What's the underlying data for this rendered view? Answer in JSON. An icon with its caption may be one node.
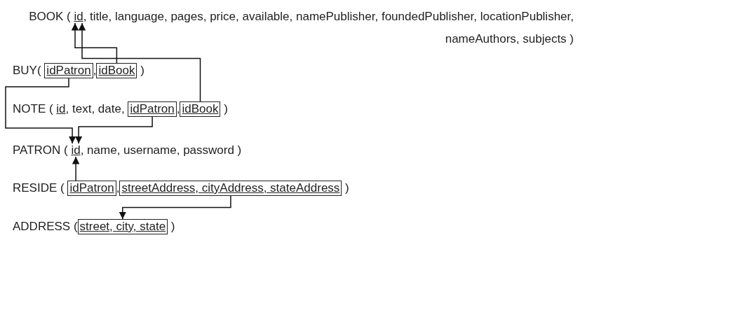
{
  "diagram": {
    "nodes": [
      {
        "text": [
          "id"
        ]
      },
      {
        "text": [
          "idPatron"
        ]
      },
      {
        "text": [
          "idBook"
        ]
      },
      {
        "text": [
          "idPatron"
        ]
      },
      {
        "text": [
          "idBook"
        ]
      },
      {
        "text": [
          "id"
        ]
      },
      {
        "text": [
          "idPatron"
        ]
      },
      {
        "text": [
          "streetAddress, cityAddress, stateAddress"
        ]
      },
      {
        "text": [
          "street, city, state"
        ]
      }
    ],
    "edges": [
      {
        "from": 2,
        "to": 0,
        "arrow": "to"
      },
      {
        "from": 4,
        "to": 0,
        "arrow": "to"
      },
      {
        "from": 1,
        "to": 5,
        "arrow": "to"
      },
      {
        "from": 3,
        "to": 5,
        "arrow": "to"
      },
      {
        "from": 6,
        "to": 5,
        "arrow": "to"
      },
      {
        "from": 7,
        "to": 8,
        "arrow": "to"
      }
    ],
    "labels": [
      "BOOK (",
      ", title, language, pages, price, available, namePublisher, foundedPublisher, locationPublisher, nameAuthors, subjects )",
      "BUY(",
      ",",
      ")",
      "NOTE (",
      "id",
      ", text, date,",
      ",",
      ")",
      "PATRON (",
      ", name, username, password )",
      "RESIDE (",
      ",",
      ")",
      "ADDRESS (",
      ")"
    ]
  }
}
